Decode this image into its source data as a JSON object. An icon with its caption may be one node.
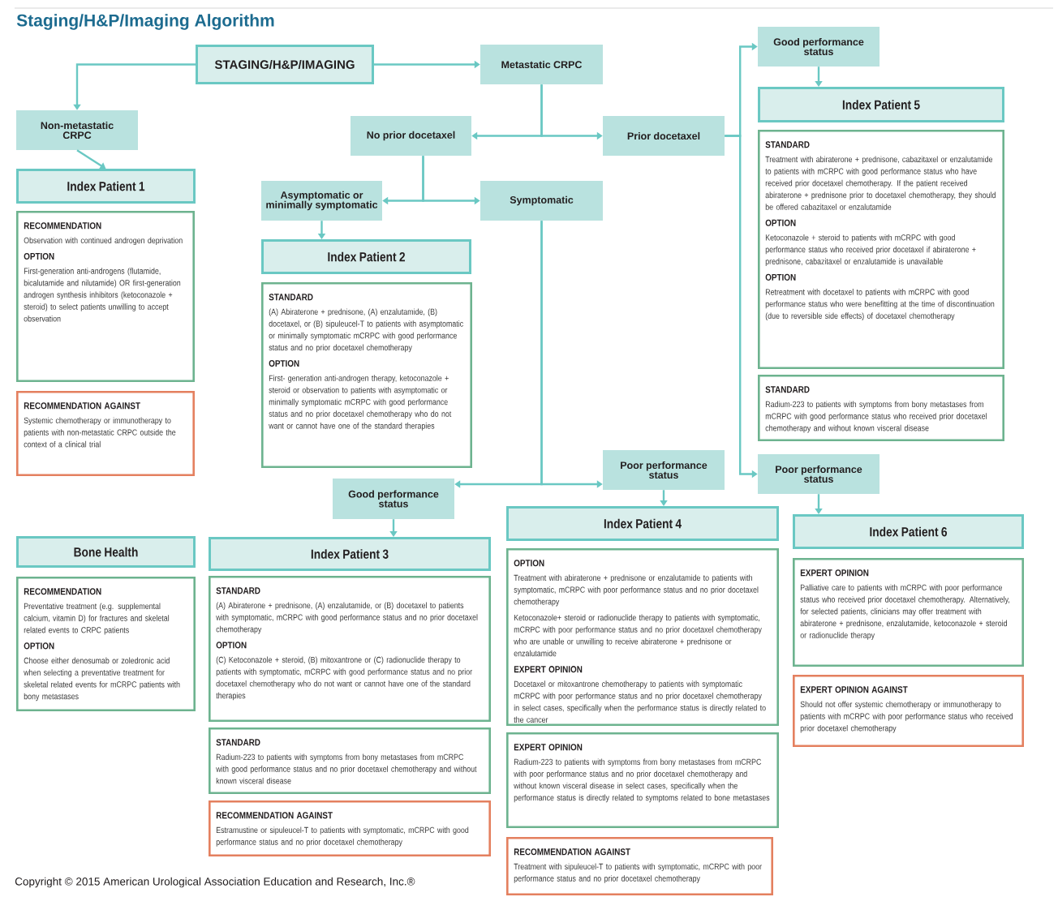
{
  "diagram": {
    "title": "Staging/H&P/Imaging Algorithm",
    "nodes": [
      {
        "text": [
          "STAGING/H&P/IMAGING"
        ]
      },
      {
        "text": [
          "Metastatic CRPC"
        ]
      },
      {
        "text": [
          "Non-metastatic CRPC"
        ]
      },
      {
        "text": [
          "Index Patient 1"
        ]
      },
      {
        "text": [
          "RECOMMENDATION",
          "Observation with continued androgen deprivation",
          "OPTION",
          "First-generation anti-androgens (flutamide, bicalutamide and nilutamide) OR first-generation androgen synthesis inhibitors (ketoconazole + steroid) to select patients unwilling to accept observation"
        ]
      },
      {
        "text": [
          "RECOMMENDATION AGAINST",
          "Systemic chemotherapy or immunotherapy to patients with non-metastatic CRPC outside the context of a clinical trial"
        ]
      },
      {
        "text": [
          "No prior docetaxel"
        ]
      },
      {
        "text": [
          "Prior docetaxel"
        ]
      },
      {
        "text": [
          "Asymptomatic or minimally symptomatic"
        ]
      },
      {
        "text": [
          "Symptomatic"
        ]
      },
      {
        "text": [
          "Index Patient 2"
        ]
      },
      {
        "text": [
          "STANDARD",
          "(A) Abiraterone + prednisone, (A) enzalutamide, (B) docetaxel, or (B) sipuleucel-T to patients with asymptomatic or minimally symptomatic mCRPC with good performance status and no prior docetaxel chemotherapy",
          "OPTION",
          "First- generation anti-androgen therapy, ketoconazole + steroid or observation to patients with asymptomatic or minimally symptomatic mCRPC with good performance status and no prior docetaxel chemotherapy who do not want or cannot have one of the standard therapies"
        ]
      },
      {
        "text": [
          "Good performance status"
        ]
      },
      {
        "text": [
          "Index Patient 5"
        ]
      },
      {
        "text": [
          "STANDARD",
          "Treatment with abiraterone + prednisone, cabazitaxel or enzalutamide to patients with mCRPC with good performance status who have received prior docetaxel chemotherapy. If the patient received abiraterone + prednisone prior to docetaxel chemotherapy, they should be offered cabazitaxel or enzalutamide",
          "OPTION",
          "Ketoconazole + steroid to patients with mCRPC with good performance status who received prior docetaxel if abiraterone + prednisone, cabazitaxel or enzalutamide is unavailable",
          "OPTION",
          "Retreatment with docetaxel to patients with mCRPC with good performance status who were benefitting at the time of discontinuation (due to reversible side effects) of docetaxel chemotherapy"
        ]
      },
      {
        "text": [
          "STANDARD",
          "Radium-223 to patients with symptoms from bony metastases from mCRPC with good performance status who received prior docetaxel chemotherapy and without known visceral disease"
        ]
      },
      {
        "text": [
          "Poor performance status"
        ]
      },
      {
        "text": [
          "Index Patient 6"
        ]
      },
      {
        "text": [
          "EXPERT OPINION",
          "Palliative care to patients with mCRPC with poor performance status who received prior docetaxel chemotherapy. Alternatively, for selected patients, clinicians may offer treatment with abiraterone + prednisone, enzalutamide, ketoconazole + steroid or radionuclide therapy"
        ]
      },
      {
        "text": [
          "EXPERT OPINION AGAINST",
          "Should not offer systemic chemotherapy or immunotherapy to patients with mCRPC with poor performance status who received prior docetaxel chemotherapy"
        ]
      },
      {
        "text": [
          "Poor performance status"
        ]
      },
      {
        "text": [
          "Good performance status"
        ]
      },
      {
        "text": [
          "Index Patient 4"
        ]
      },
      {
        "text": [
          "OPTION",
          "Treatment with abiraterone + prednisone or enzalutamide to patients with symptomatic, mCRPC with poor performance status and no prior docetaxel chemotherapy",
          "Ketoconazole+ steroid or radionuclide therapy to patients with symptomatic, mCRPC with poor performance status and no prior docetaxel chemotherapy who are unable or unwilling to receive abiraterone + prednisone or enzalutamide",
          "EXPERT OPINION",
          "Docetaxel or mitoxantrone chemotherapy to patients with symptomatic mCRPC with poor performance status and no prior docetaxel chemotherapy in select cases, specifically when the performance status is directly related to the cancer"
        ]
      },
      {
        "text": [
          "EXPERT OPINION",
          "Radium-223 to patients with symptoms from bony metastases from mCRPC with poor performance status and no prior docetaxel chemotherapy and without known visceral disease in select cases, specifically when the performance status is directly related to symptoms related to bone metastases"
        ]
      },
      {
        "text": [
          "RECOMMENDATION AGAINST",
          "Treatment with sipuleucel-T to patients with symptomatic, mCRPC with poor performance status and no prior docetaxel chemotherapy"
        ]
      },
      {
        "text": [
          "Bone Health"
        ]
      },
      {
        "text": [
          "RECOMMENDATION",
          "Preventative treatment (e.g. supplemental calcium, vitamin D) for fractures and skeletal related events to CRPC patients",
          "OPTION",
          "Choose either denosumab or zoledronic acid when selecting a preventative treatment for skeletal related events for mCRPC patients with bony metastases"
        ]
      },
      {
        "text": [
          "Index Patient 3"
        ]
      },
      {
        "text": [
          "STANDARD",
          "(A) Abiraterone + prednisone, (A) enzalutamide, or (B) docetaxel to patients with symptomatic, mCRPC with good performance status and no prior docetaxel chemotherapy",
          "OPTION",
          "(C) Ketoconazole + steroid, (B) mitoxantrone or (C) radionuclide therapy to patients with symptomatic, mCRPC with good performance status and no prior docetaxel chemotherapy who do not want or cannot have one of the standard therapies"
        ]
      },
      {
        "text": [
          "STANDARD",
          "Radium-223 to patients with symptoms from bony metastases from mCRPC with good performance status and no prior docetaxel chemotherapy and without known visceral disease"
        ]
      },
      {
        "text": [
          "RECOMMENDATION AGAINST",
          "Estramustine or sipuleucel-T to patients with symptomatic, mCRPC with good performance status and no prior docetaxel chemotherapy"
        ]
      }
    ],
    "edges": [
      {
        "from": 0,
        "to": 2,
        "arrow": "to"
      },
      {
        "from": 0,
        "to": 1,
        "arrow": "to"
      },
      {
        "from": 2,
        "to": 3,
        "arrow": "to"
      },
      {
        "from": 1,
        "to": 6,
        "arrow": "to"
      },
      {
        "from": 1,
        "to": 7,
        "arrow": "to"
      },
      {
        "from": 6,
        "to": 8,
        "arrow": "to"
      },
      {
        "from": 6,
        "to": 9,
        "arrow": "to"
      },
      {
        "from": 8,
        "to": 10,
        "arrow": "to"
      },
      {
        "from": 7,
        "to": 12,
        "arrow": "to"
      },
      {
        "from": 7,
        "to": 16,
        "arrow": "to"
      },
      {
        "from": 12,
        "to": 13,
        "arrow": "to"
      },
      {
        "from": 16,
        "to": 17,
        "arrow": "to"
      },
      {
        "from": 9,
        "to": 21,
        "arrow": "to"
      },
      {
        "from": 9,
        "to": 20,
        "arrow": "to"
      },
      {
        "from": 21,
        "to": 28,
        "arrow": "to"
      },
      {
        "from": 20,
        "to": 22,
        "arrow": "to"
      }
    ],
    "labels": [
      "Copyright © 2015 American Urological Association Education and Research, Inc.®"
    ]
  }
}
